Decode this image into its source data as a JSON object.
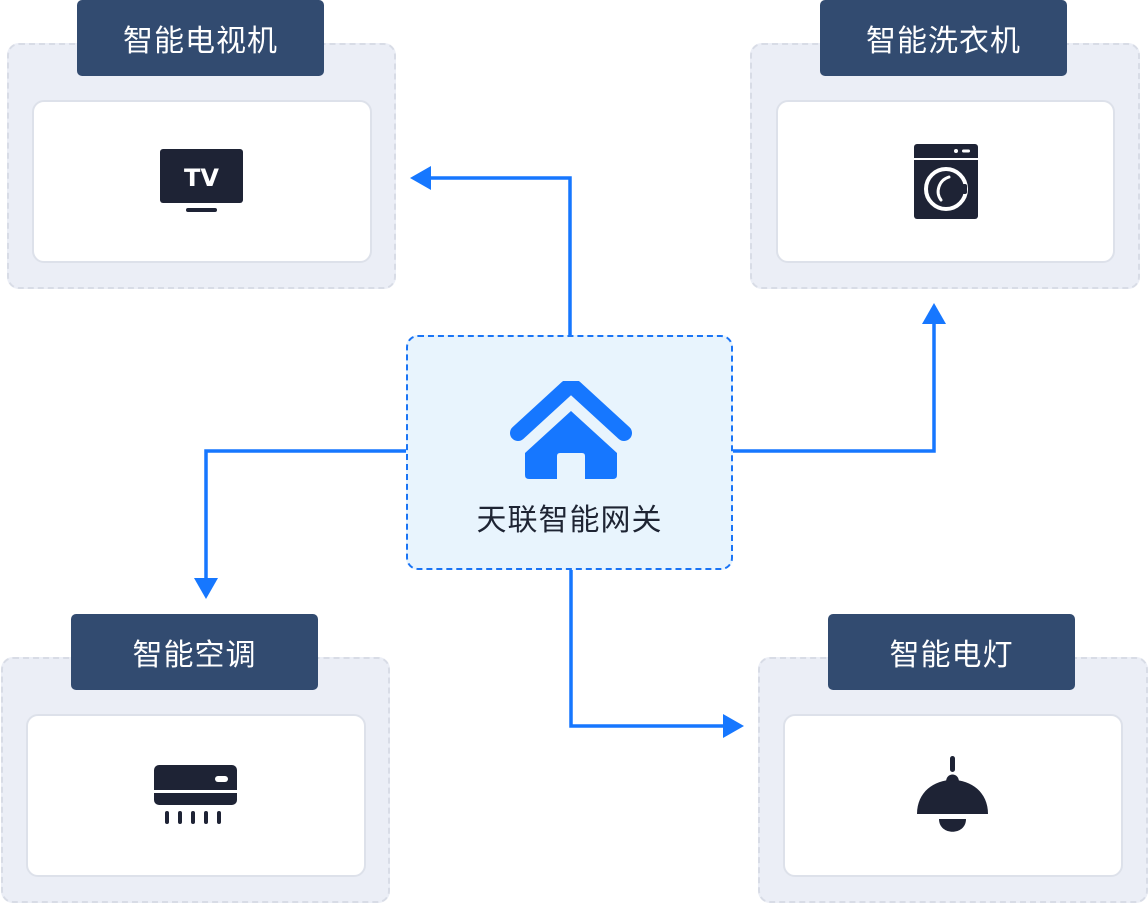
{
  "colors": {
    "accent": "#1677ff",
    "title_bg": "#324b70",
    "icon_dark": "#1e2335",
    "gateway_bg": "#e8f4fd",
    "card_outer_bg": "#ebeef6"
  },
  "gateway": {
    "label": "天联智能网关",
    "icon": "home-icon"
  },
  "devices": [
    {
      "id": "tv",
      "label": "智能电视机",
      "icon": "tv-icon",
      "icon_text": "TV"
    },
    {
      "id": "washer",
      "label": "智能洗衣机",
      "icon": "washing-machine-icon"
    },
    {
      "id": "ac",
      "label": "智能空调",
      "icon": "air-conditioner-icon"
    },
    {
      "id": "lamp",
      "label": "智能电灯",
      "icon": "pendant-lamp-icon"
    }
  ],
  "connections": [
    {
      "from": "gateway",
      "to": "tv"
    },
    {
      "from": "gateway",
      "to": "washer"
    },
    {
      "from": "gateway",
      "to": "ac"
    },
    {
      "from": "gateway",
      "to": "lamp"
    }
  ]
}
